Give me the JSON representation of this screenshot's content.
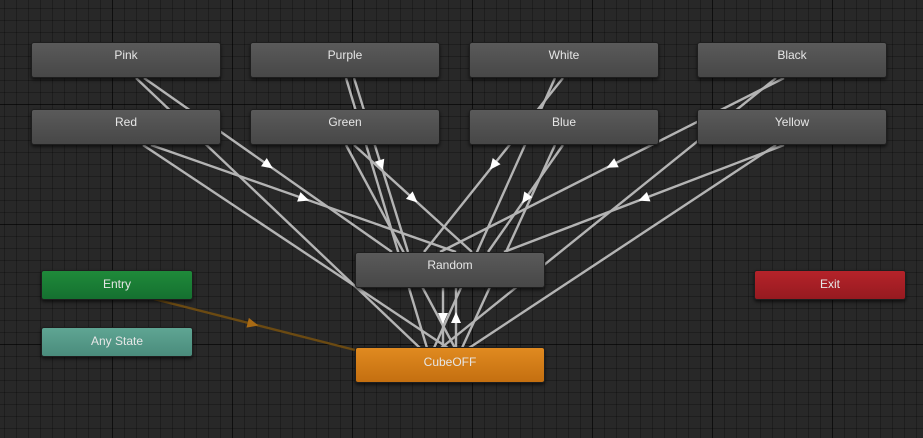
{
  "states": {
    "pink": "Pink",
    "purple": "Purple",
    "white": "White",
    "black": "Black",
    "red": "Red",
    "green": "Green",
    "blue": "Blue",
    "yellow": "Yellow",
    "random": "Random",
    "entry": "Entry",
    "any_state": "Any State",
    "exit": "Exit",
    "cube_off": "CubeOFF"
  },
  "colors": {
    "state": "#4f4f4f",
    "entry": "#1a7d35",
    "any_state": "#559a88",
    "exit": "#a81f25",
    "default_state": "#d27c18",
    "transition": "#b4b4b4",
    "entry_transition": "#6b4a12"
  }
}
